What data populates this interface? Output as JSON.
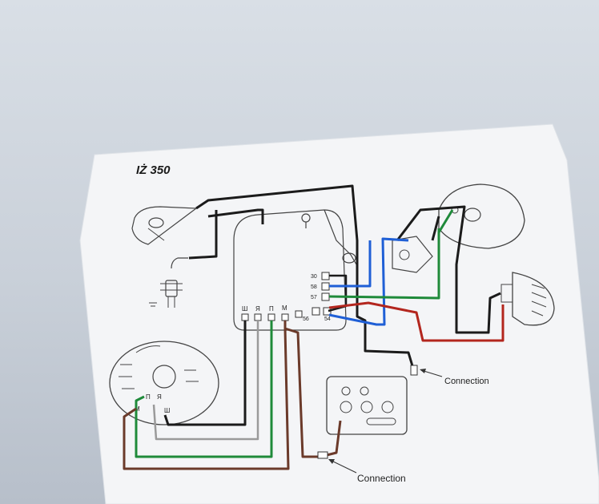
{
  "title": "IŻ 350",
  "terminals_right": [
    "30",
    "58",
    "57",
    "56",
    "54"
  ],
  "terminals_bottom": [
    "Ш",
    "Я",
    "П",
    "М"
  ],
  "stator_labels": [
    "П",
    "Я",
    "М",
    "Ш"
  ],
  "connection_labels": [
    "Connection",
    "Connection"
  ],
  "colors": {
    "background": "#c9d0d9",
    "paper": "#f4f5f7",
    "wire_black": "#1b1b1b",
    "wire_blue": "#1f5fd6",
    "wire_green": "#1f8a3a",
    "wire_red": "#b3261e",
    "wire_brown": "#6b3a2a",
    "wire_grey": "#9a9a9a"
  },
  "icons": [
    "horn-icon",
    "spark-plug-icon",
    "headlight-icon",
    "tail-light-icon",
    "switch-icon",
    "stator-icon",
    "fuse-box-icon",
    "regulator-box-icon"
  ]
}
